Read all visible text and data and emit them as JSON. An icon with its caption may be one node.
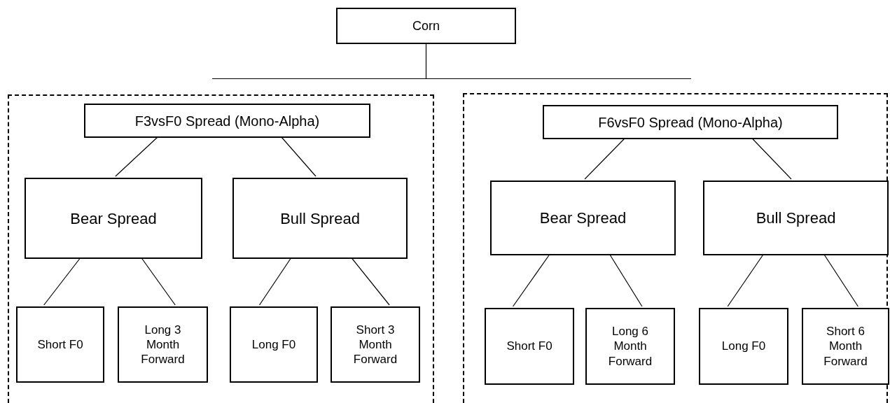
{
  "diagram": {
    "nodes": [
      {
        "text": [
          "Corn"
        ]
      },
      {
        "text": [],
        "shape": "bar"
      },
      {
        "text": [],
        "shape": "box"
      },
      {
        "text": [
          "F3vsF0 Spread (Mono-Alpha)"
        ],
        "in": 2
      },
      {
        "text": [
          "Bear Spread"
        ],
        "in": 2
      },
      {
        "text": [
          "Bull Spread"
        ],
        "in": 2
      },
      {
        "text": [
          "Short F0"
        ],
        "in": 2
      },
      {
        "text": [
          "Long 3 Month Forward"
        ],
        "in": 2
      },
      {
        "text": [
          "Long F0"
        ],
        "in": 2
      },
      {
        "text": [
          "Short 3 Month Forward"
        ],
        "in": 2
      },
      {
        "text": [],
        "shape": "box"
      },
      {
        "text": [
          "F6vsF0 Spread (Mono-Alpha)"
        ],
        "in": 10
      },
      {
        "text": [
          "Bear Spread"
        ],
        "in": 10
      },
      {
        "text": [
          "Bull Spread"
        ],
        "in": 10
      },
      {
        "text": [
          "Short F0"
        ],
        "in": 10
      },
      {
        "text": [
          "Long 6 Month Forward"
        ],
        "in": 10
      },
      {
        "text": [
          "Long F0"
        ],
        "in": 10
      },
      {
        "text": [
          "Short 6 Month Forward"
        ],
        "in": 10
      }
    ],
    "edges": [
      {
        "from": 0,
        "to": 1,
        "arrow": "none"
      },
      {
        "from": 3,
        "to": 4,
        "arrow": "none"
      },
      {
        "from": 3,
        "to": 5,
        "arrow": "none"
      },
      {
        "from": 4,
        "to": 6,
        "arrow": "none"
      },
      {
        "from": 4,
        "to": 7,
        "arrow": "none"
      },
      {
        "from": 5,
        "to": 8,
        "arrow": "none"
      },
      {
        "from": 5,
        "to": 9,
        "arrow": "none"
      },
      {
        "from": 11,
        "to": 12,
        "arrow": "none"
      },
      {
        "from": 11,
        "to": 13,
        "arrow": "none"
      },
      {
        "from": 12,
        "to": 14,
        "arrow": "none"
      },
      {
        "from": 12,
        "to": 15,
        "arrow": "none"
      },
      {
        "from": 13,
        "to": 16,
        "arrow": "none"
      },
      {
        "from": 13,
        "to": 17,
        "arrow": "none"
      }
    ]
  }
}
